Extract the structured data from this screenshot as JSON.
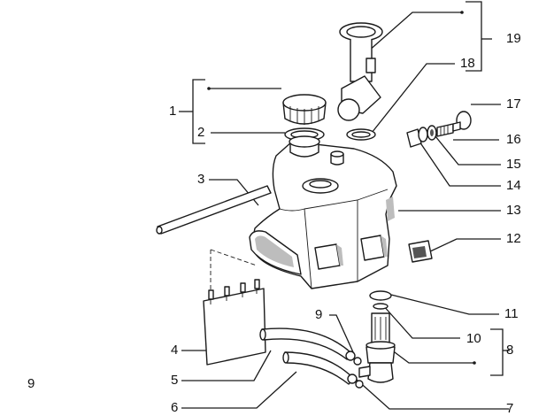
{
  "page": {
    "number": "9"
  },
  "callouts": [
    {
      "id": "1",
      "label": "1"
    },
    {
      "id": "2",
      "label": "2"
    },
    {
      "id": "3",
      "label": "3"
    },
    {
      "id": "4",
      "label": "4"
    },
    {
      "id": "5",
      "label": "5"
    },
    {
      "id": "6",
      "label": "6"
    },
    {
      "id": "7",
      "label": "7"
    },
    {
      "id": "8",
      "label": "8"
    },
    {
      "id": "9",
      "label": "9"
    },
    {
      "id": "10",
      "label": "10"
    },
    {
      "id": "11",
      "label": "11"
    },
    {
      "id": "12",
      "label": "12"
    },
    {
      "id": "13",
      "label": "13"
    },
    {
      "id": "14",
      "label": "14"
    },
    {
      "id": "15",
      "label": "15"
    },
    {
      "id": "16",
      "label": "16"
    },
    {
      "id": "17",
      "label": "17"
    },
    {
      "id": "18",
      "label": "18"
    },
    {
      "id": "19",
      "label": "19"
    }
  ]
}
